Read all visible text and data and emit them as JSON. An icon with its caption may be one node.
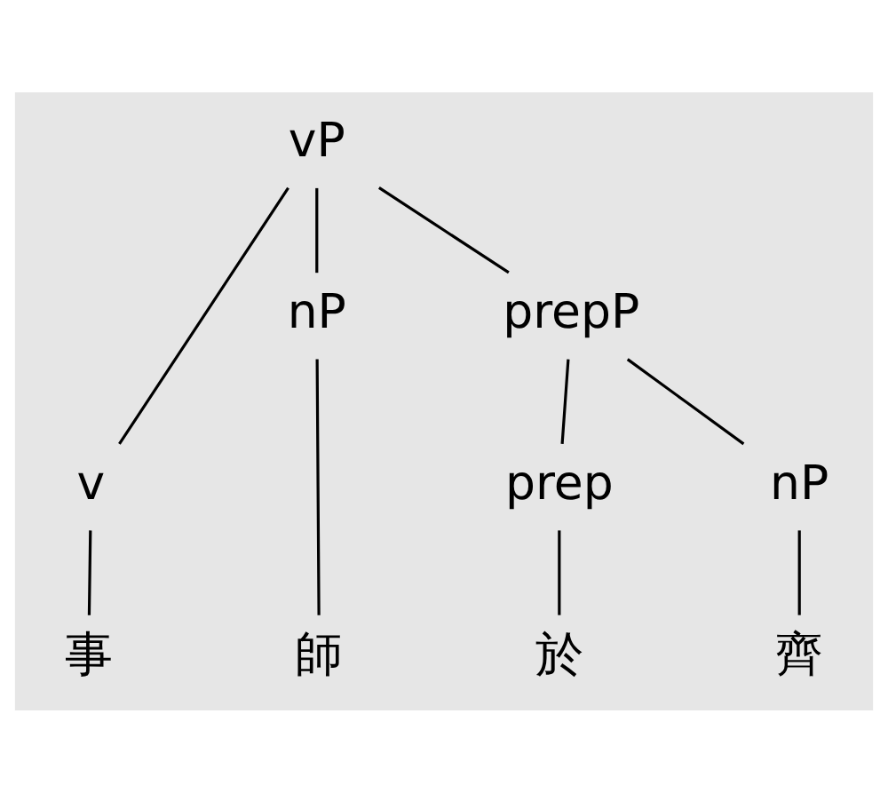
{
  "diagram": {
    "nodes": [
      {
        "text": [
          "vP"
        ]
      },
      {
        "text": [
          "v"
        ]
      },
      {
        "text": [
          "nP"
        ]
      },
      {
        "text": [
          "prepP"
        ]
      },
      {
        "text": [
          "prep"
        ]
      },
      {
        "text": [
          "nP"
        ]
      },
      {
        "text": [
          "事"
        ]
      },
      {
        "text": [
          "師"
        ]
      },
      {
        "text": [
          "於"
        ]
      },
      {
        "text": [
          "齊"
        ]
      }
    ],
    "edges": [
      {
        "from": 0,
        "to": 1,
        "arrow": "none"
      },
      {
        "from": 0,
        "to": 2,
        "arrow": "none"
      },
      {
        "from": 0,
        "to": 3,
        "arrow": "none"
      },
      {
        "from": 3,
        "to": 4,
        "arrow": "none"
      },
      {
        "from": 3,
        "to": 5,
        "arrow": "none"
      },
      {
        "from": 1,
        "to": 6,
        "arrow": "none"
      },
      {
        "from": 2,
        "to": 7,
        "arrow": "none"
      },
      {
        "from": 4,
        "to": 8,
        "arrow": "none"
      },
      {
        "from": 5,
        "to": 9,
        "arrow": "none"
      }
    ]
  }
}
